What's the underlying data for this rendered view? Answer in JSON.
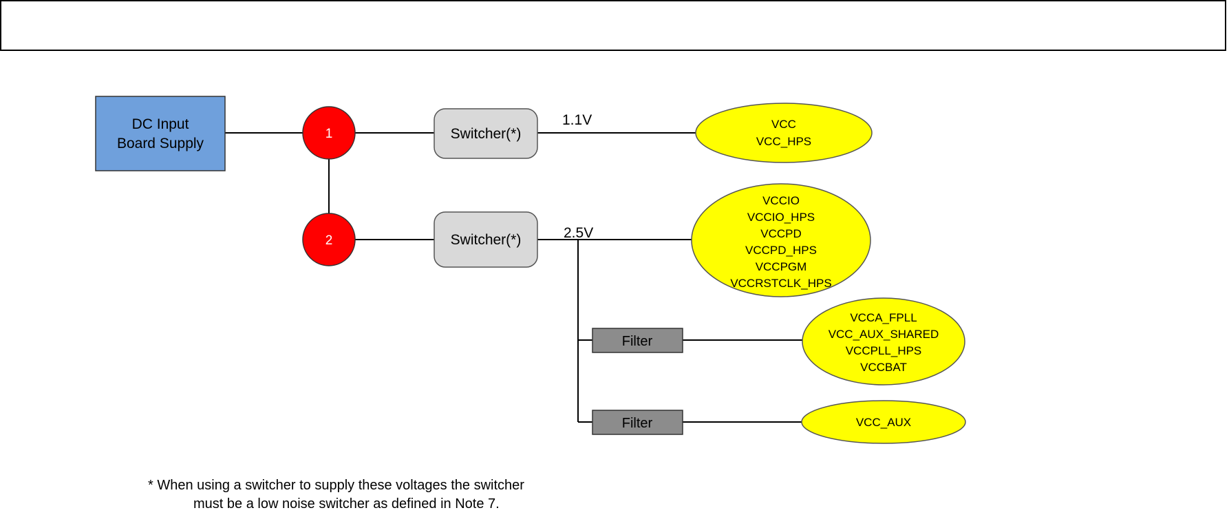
{
  "input_box": {
    "lines": [
      "DC Input",
      "Board Supply"
    ],
    "fill": "#6fa0dc"
  },
  "nodes": [
    {
      "label": "1",
      "fill": "#ff0000"
    },
    {
      "label": "2",
      "fill": "#ff0000"
    }
  ],
  "switchers": [
    {
      "label": "Switcher(*)"
    },
    {
      "label": "Switcher(*)"
    }
  ],
  "voltages": [
    "1.1V",
    "2.5V"
  ],
  "filters": [
    {
      "label": "Filter"
    },
    {
      "label": "Filter"
    }
  ],
  "rails": [
    {
      "lines": [
        "VCC",
        "VCC_HPS"
      ]
    },
    {
      "lines": [
        "VCCIO",
        "VCCIO_HPS",
        "VCCPD",
        "VCCPD_HPS",
        "VCCPGM",
        "VCCRSTCLK_HPS"
      ]
    },
    {
      "lines": [
        "VCCA_FPLL",
        "VCC_AUX_SHARED",
        "VCCPLL_HPS",
        "VCCBAT"
      ]
    },
    {
      "lines": [
        "VCC_AUX"
      ]
    }
  ],
  "colors": {
    "rail_fill": "#ffff00",
    "switcher_fill": "#d9d9d9",
    "filter_fill": "#8c8c8c"
  },
  "note": {
    "line1": "* When using a switcher to supply these voltages the switcher",
    "line2": "must be a low noise switcher as defined in Note 7."
  }
}
